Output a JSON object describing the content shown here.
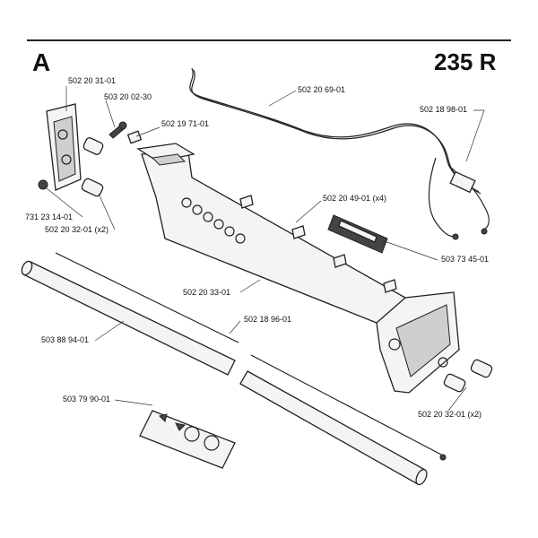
{
  "header": {
    "section": "A",
    "model": "235 R"
  },
  "callouts": [
    {
      "id": "p1",
      "number": "502 20 31-01"
    },
    {
      "id": "p2",
      "number": "503 20 02-30"
    },
    {
      "id": "p3",
      "number": "502 19 71-01"
    },
    {
      "id": "p4",
      "number": "502 20 69-01"
    },
    {
      "id": "p5",
      "number": "502 18 98-01"
    },
    {
      "id": "p6",
      "number": "502 20 49-01 (x4)"
    },
    {
      "id": "p7",
      "number": "731 23 14-01"
    },
    {
      "id": "p8",
      "number": "502 20 32-01 (x2)"
    },
    {
      "id": "p9",
      "number": "503 73 45-01"
    },
    {
      "id": "p10",
      "number": "502 20 33-01"
    },
    {
      "id": "p11",
      "number": "502 18 96-01"
    },
    {
      "id": "p12",
      "number": "503 88 94-01"
    },
    {
      "id": "p13",
      "number": "503 79 90-01"
    },
    {
      "id": "p14",
      "number": "502 20 32-01 (x2)"
    }
  ]
}
